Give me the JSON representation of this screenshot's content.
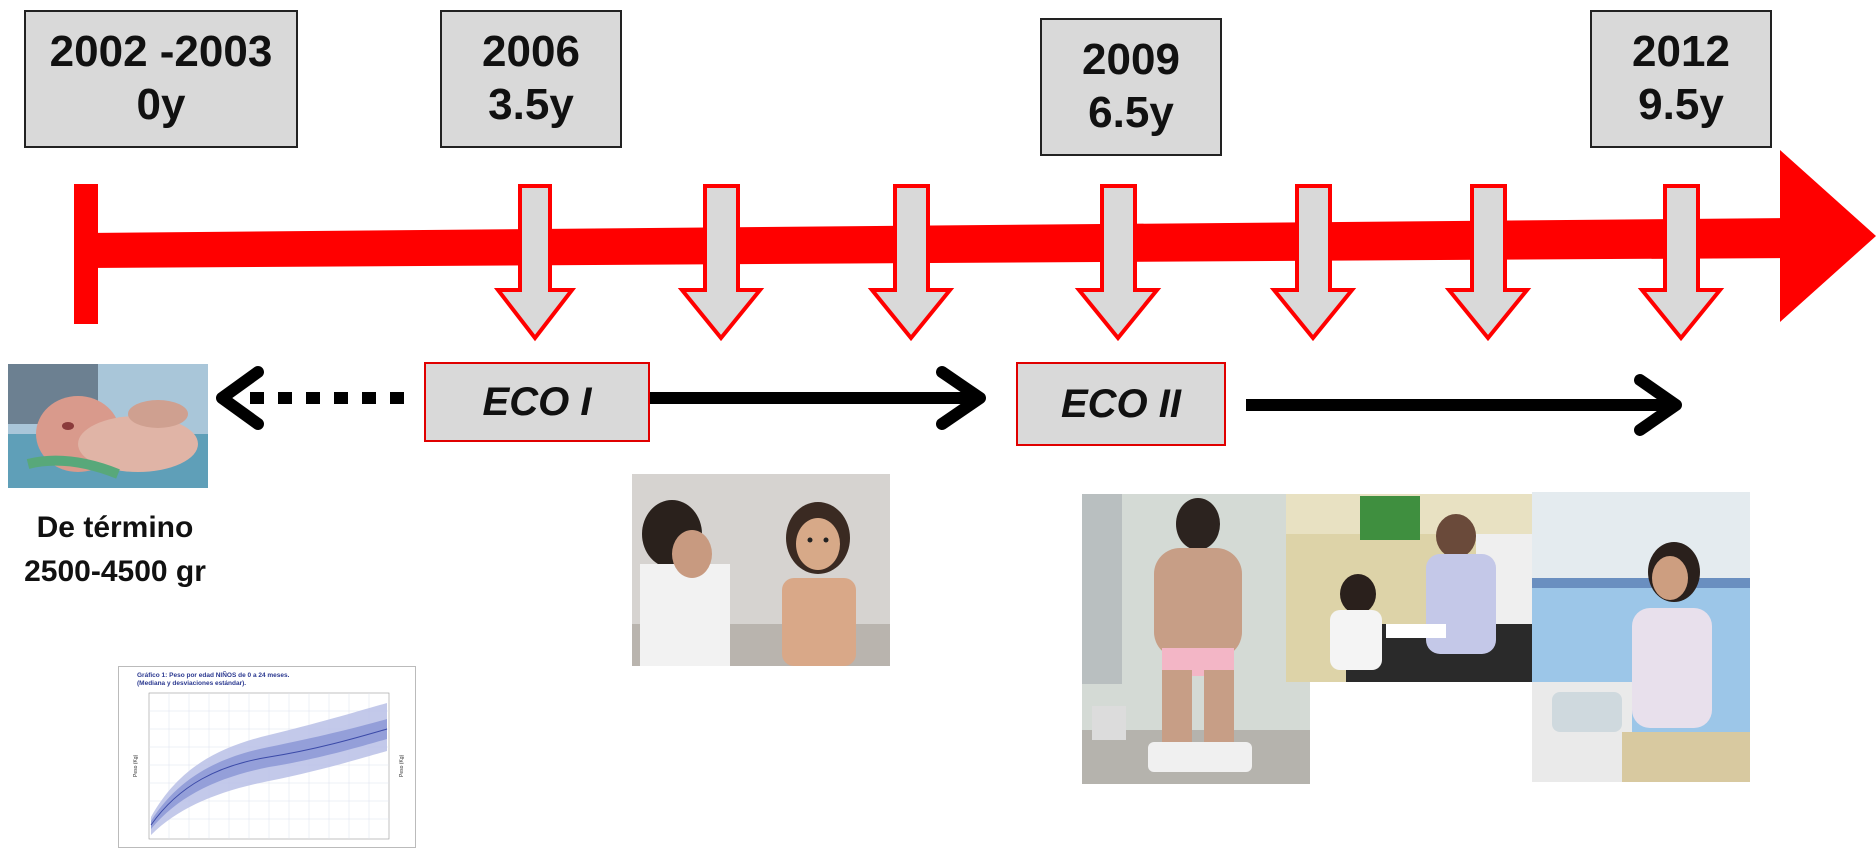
{
  "timeline": {
    "milestones": [
      {
        "year": "2002 -2003",
        "age": "0y"
      },
      {
        "year": "2006",
        "age": "3.5y"
      },
      {
        "year": "2009",
        "age": "6.5y"
      },
      {
        "year": "2012",
        "age": "9.5y"
      }
    ],
    "phases": [
      {
        "label": "ECO I"
      },
      {
        "label": "ECO II"
      }
    ],
    "birth_caption": {
      "line1": "De término",
      "line2": "2500-4500 gr"
    }
  },
  "growth_chart": {
    "title_line1": "Gráfico 1: Peso por edad NIÑOS de 0 a 24 meses.",
    "title_line2": "(Mediana y desviaciones estándar).",
    "ylabel": "Peso (Kg)"
  },
  "colors": {
    "timeline": "#ff0000",
    "box_fill": "#d9d9d9",
    "eco_border": "#e00000",
    "arrow": "#000000"
  }
}
